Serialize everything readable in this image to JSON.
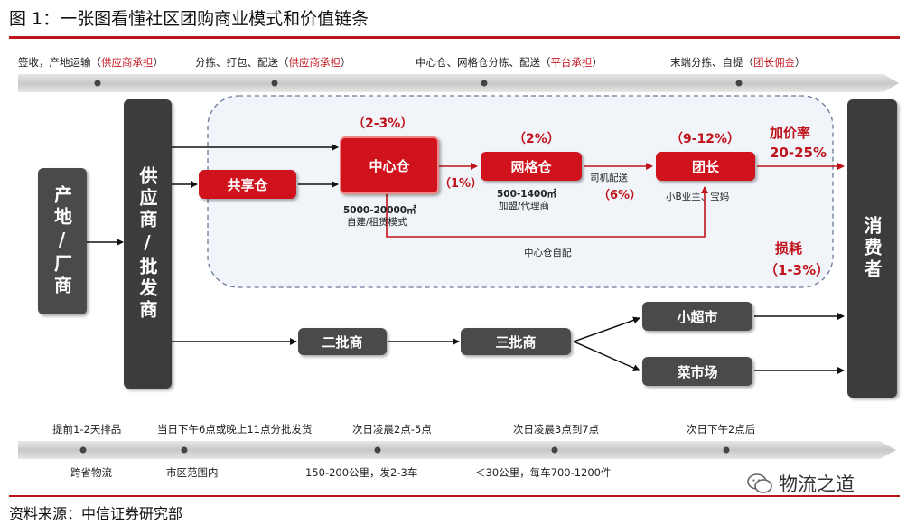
{
  "title": "图 1：一张图看懂社区团购商业模式和价值链条",
  "top_band": [
    {
      "text": "签收，产地运输（",
      "red": "供应商承担",
      "end": "）"
    },
    {
      "text": "分拣、打包、配送（",
      "red": "供应商承担",
      "end": "）"
    },
    {
      "text": "中心仓、网格仓分拣、配送（",
      "red": "平台承担",
      "end": "）"
    },
    {
      "text": "末端分拣、自提（",
      "red": "团长佣金",
      "end": "）"
    }
  ],
  "nodes": {
    "producer": "产地/厂商",
    "supplier": "供应商/批发商",
    "shared_warehouse": "共享仓",
    "central_warehouse": "中心仓",
    "grid_warehouse": "网格仓",
    "group_leader": "团长",
    "consumer": "消费者",
    "second_wholesaler": "二批商",
    "third_wholesaler": "三批商",
    "small_supermarket": "小超市",
    "vegetable_market": "菜市场"
  },
  "percentages": {
    "central": "（2-3%）",
    "central_to_grid": "（1%）",
    "grid": "（2%）",
    "grid_to_leader": "（6%）",
    "leader": "（9-12%）",
    "markup_title": "加价率",
    "markup_value": "20-25%",
    "loss_title": "损耗",
    "loss_value": "（1-3%）"
  },
  "notes": {
    "central_size": "5000-20000㎡",
    "central_mode": "自建/租赁模式",
    "grid_size": "500-1400㎡",
    "grid_mode": "加盟/代理商",
    "driver_delivery": "司机配送",
    "leader_types": "小B业主、宝妈",
    "direct_delivery": "中心仓自配"
  },
  "timeline": [
    {
      "time": "提前1-2天排品",
      "desc": "跨省物流"
    },
    {
      "time": "当日下午6点或晚上11点分批发货",
      "desc": "市区范围内"
    },
    {
      "time": "次日凌晨2点-5点",
      "desc": "150-200公里，发2-3车"
    },
    {
      "time": "次日凌晨3点到7点",
      "desc": "＜30公里，每车700-1200件"
    },
    {
      "time": "次日下午2点后",
      "desc": ""
    }
  ],
  "source": "资料来源：中信证券研究部",
  "watermark": "物流之道",
  "colors": {
    "accent_red": "#c0141c",
    "box_red": "#d0121c",
    "box_dark": "#4a4a4a"
  }
}
